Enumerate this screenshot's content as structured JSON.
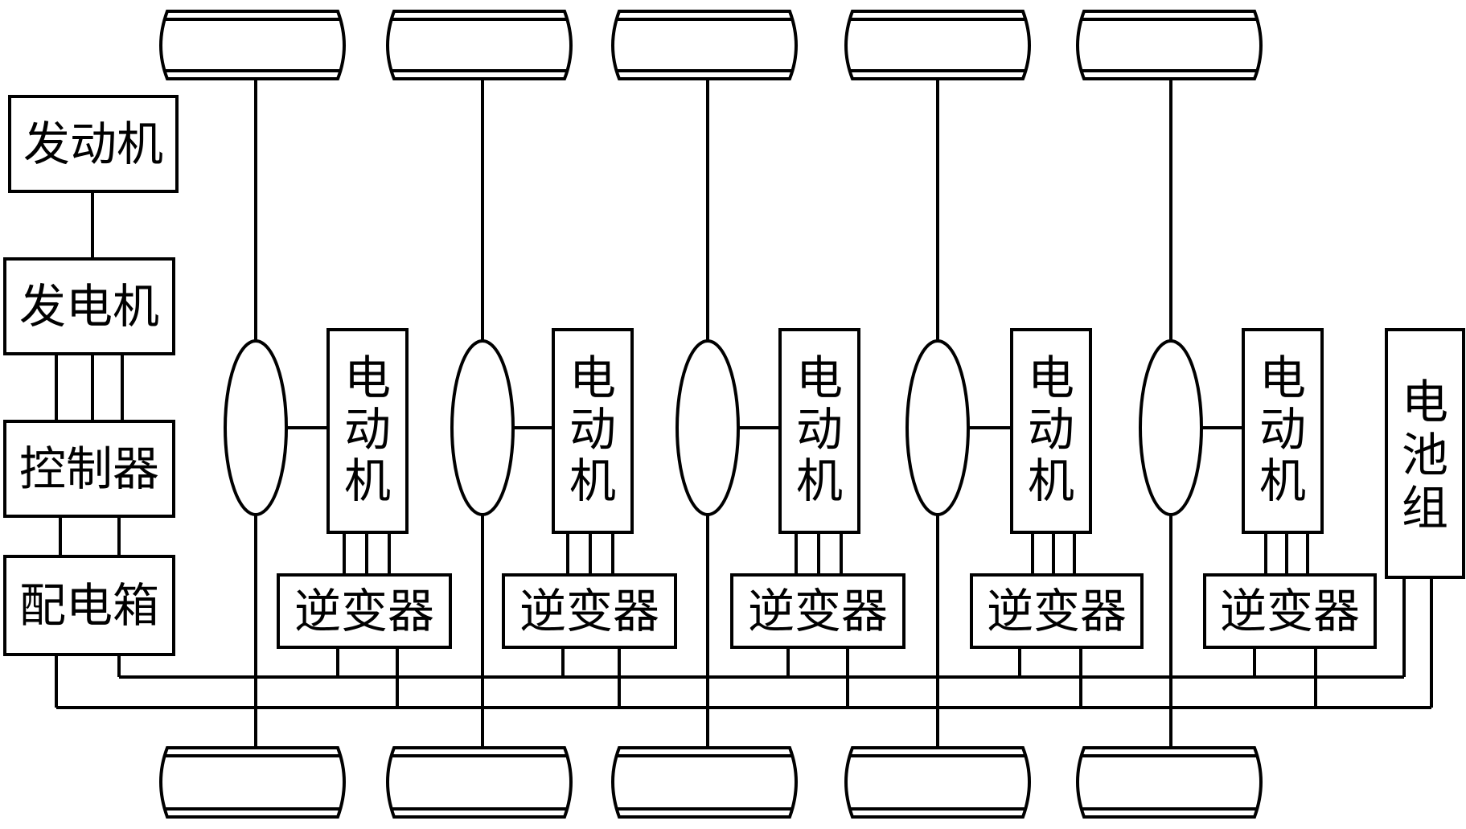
{
  "labels": {
    "engine": "发动机",
    "generator": "发电机",
    "controller": "控制器",
    "distribution_box": "配电箱",
    "motor": [
      "电",
      "动",
      "机"
    ],
    "inverter": "逆变器",
    "battery": [
      "电",
      "池",
      "组"
    ]
  }
}
